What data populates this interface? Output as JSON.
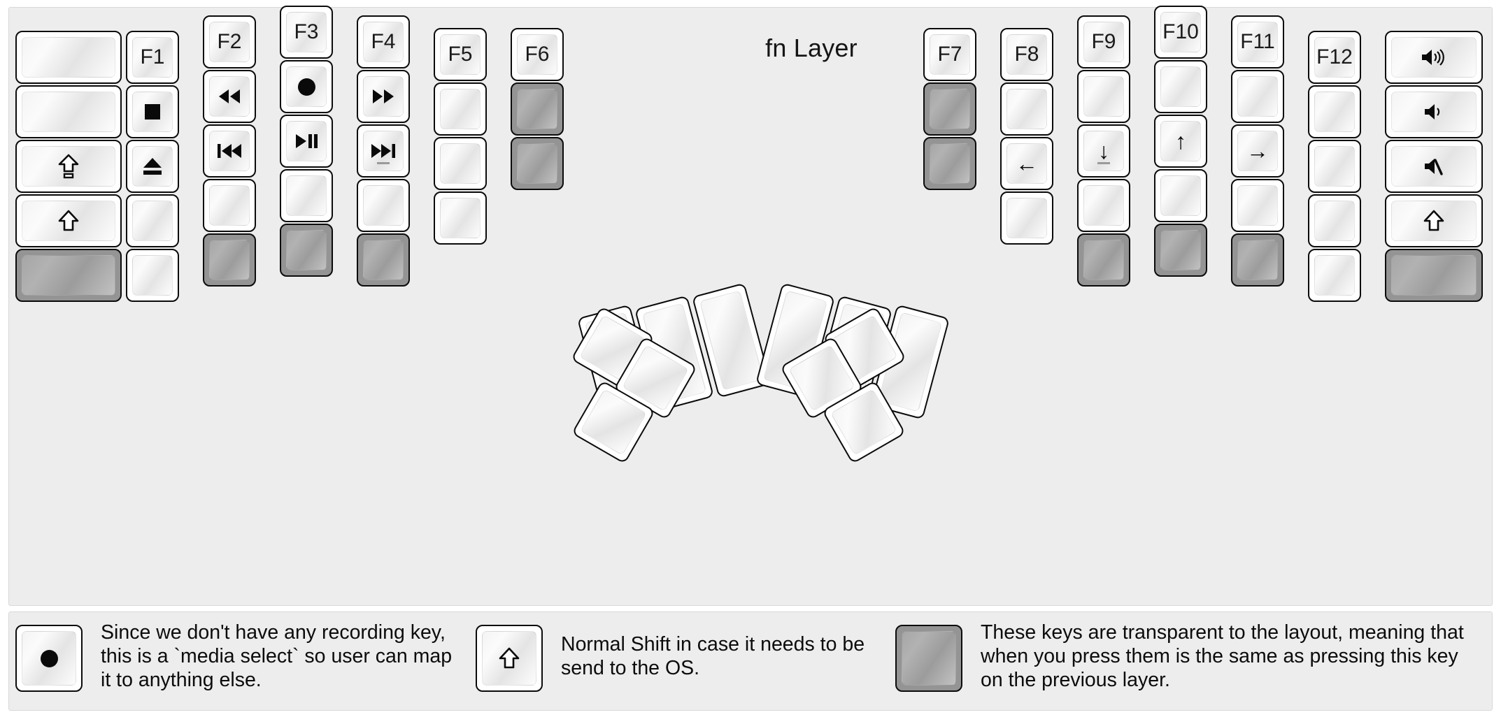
{
  "title": "fn Layer",
  "colors": {
    "background": "#ededed",
    "key_face": "#ffffff",
    "transparent_key": "#9a9a9a",
    "text": "#111111"
  },
  "legend": [
    {
      "id": "media-select",
      "key_glyph": "record-dot-icon",
      "text": "Since we don't have any recording key, this is a `media select` so user can map it to anything else."
    },
    {
      "id": "normal-shift",
      "key_glyph": "shift-arrow-icon",
      "text": "Normal Shift in case it needs to be send to the OS."
    },
    {
      "id": "transparent",
      "key_glyph": "blank-transparent",
      "text": "These keys are transparent to the layout, meaning that when you press them is the same as pressing this key on the previous layer."
    }
  ],
  "left_half": {
    "columns": [
      {
        "id": "col-pinky-outer",
        "keys": [
          {
            "label": "",
            "glyph": "blank",
            "state": "normal"
          },
          {
            "label": "",
            "glyph": "blank",
            "state": "normal"
          },
          {
            "label": "",
            "glyph": "caps-lock-arrow-icon",
            "state": "normal"
          },
          {
            "label": "",
            "glyph": "shift-arrow-icon",
            "state": "normal"
          },
          {
            "label": "",
            "glyph": "blank",
            "state": "transparent"
          }
        ]
      },
      {
        "id": "col-pinky",
        "keys": [
          {
            "label": "F1",
            "glyph": "text",
            "state": "normal"
          },
          {
            "label": "",
            "glyph": "stop-square-icon",
            "state": "normal"
          },
          {
            "label": "",
            "glyph": "eject-icon",
            "state": "normal"
          },
          {
            "label": "",
            "glyph": "blank",
            "state": "normal"
          },
          {
            "label": "",
            "glyph": "blank",
            "state": "normal"
          }
        ]
      },
      {
        "id": "col-ring",
        "keys": [
          {
            "label": "F2",
            "glyph": "text",
            "state": "normal"
          },
          {
            "label": "",
            "glyph": "rewind-icon",
            "state": "normal"
          },
          {
            "label": "",
            "glyph": "prev-track-icon",
            "state": "normal"
          },
          {
            "label": "",
            "glyph": "blank",
            "state": "normal"
          },
          {
            "label": "",
            "glyph": "blank",
            "state": "transparent"
          }
        ]
      },
      {
        "id": "col-middle",
        "keys": [
          {
            "label": "F3",
            "glyph": "text",
            "state": "normal"
          },
          {
            "label": "",
            "glyph": "record-dot-icon",
            "state": "normal"
          },
          {
            "label": "",
            "glyph": "play-pause-icon",
            "state": "normal"
          },
          {
            "label": "",
            "glyph": "blank",
            "state": "normal"
          },
          {
            "label": "",
            "glyph": "blank",
            "state": "transparent"
          }
        ]
      },
      {
        "id": "col-index",
        "keys": [
          {
            "label": "F4",
            "glyph": "text",
            "state": "normal"
          },
          {
            "label": "",
            "glyph": "fast-forward-icon",
            "state": "normal"
          },
          {
            "label": "",
            "glyph": "next-track-icon",
            "state": "normal",
            "homing_bar": true
          },
          {
            "label": "",
            "glyph": "blank",
            "state": "normal"
          },
          {
            "label": "",
            "glyph": "blank",
            "state": "transparent"
          }
        ]
      },
      {
        "id": "col-index-inner",
        "keys": [
          {
            "label": "F5",
            "glyph": "text",
            "state": "normal"
          },
          {
            "label": "",
            "glyph": "blank",
            "state": "normal"
          },
          {
            "label": "",
            "glyph": "blank",
            "state": "normal"
          },
          {
            "label": "",
            "glyph": "blank",
            "state": "normal"
          }
        ]
      },
      {
        "id": "col-inner",
        "keys": [
          {
            "label": "F6",
            "glyph": "text",
            "state": "normal"
          },
          {
            "label": "",
            "glyph": "blank",
            "state": "transparent"
          },
          {
            "label": "",
            "glyph": "blank",
            "state": "transparent"
          }
        ]
      }
    ],
    "thumb_cluster": [
      {
        "label": "",
        "glyph": "blank",
        "state": "normal"
      },
      {
        "label": "",
        "glyph": "blank",
        "state": "normal"
      },
      {
        "label": "",
        "glyph": "blank",
        "state": "normal"
      },
      {
        "label": "",
        "glyph": "blank",
        "state": "normal"
      },
      {
        "label": "",
        "glyph": "blank",
        "state": "normal"
      },
      {
        "label": "",
        "glyph": "blank",
        "state": "normal"
      }
    ]
  },
  "right_half": {
    "columns": [
      {
        "id": "col-inner-r",
        "keys": [
          {
            "label": "F7",
            "glyph": "text",
            "state": "normal"
          },
          {
            "label": "",
            "glyph": "blank",
            "state": "transparent"
          },
          {
            "label": "",
            "glyph": "blank",
            "state": "transparent"
          }
        ]
      },
      {
        "id": "col-index-inner-r",
        "keys": [
          {
            "label": "F8",
            "glyph": "text",
            "state": "normal"
          },
          {
            "label": "",
            "glyph": "blank",
            "state": "normal"
          },
          {
            "label": "",
            "glyph": "arrow-left-icon",
            "state": "normal"
          },
          {
            "label": "",
            "glyph": "blank",
            "state": "normal"
          }
        ]
      },
      {
        "id": "col-index-r",
        "keys": [
          {
            "label": "F9",
            "glyph": "text",
            "state": "normal"
          },
          {
            "label": "",
            "glyph": "blank",
            "state": "normal"
          },
          {
            "label": "",
            "glyph": "arrow-down-icon",
            "state": "normal",
            "homing_bar": true
          },
          {
            "label": "",
            "glyph": "blank",
            "state": "normal"
          },
          {
            "label": "",
            "glyph": "blank",
            "state": "transparent"
          }
        ]
      },
      {
        "id": "col-middle-r",
        "keys": [
          {
            "label": "F10",
            "glyph": "text",
            "state": "normal"
          },
          {
            "label": "",
            "glyph": "blank",
            "state": "normal"
          },
          {
            "label": "",
            "glyph": "arrow-up-icon",
            "state": "normal"
          },
          {
            "label": "",
            "glyph": "blank",
            "state": "normal"
          },
          {
            "label": "",
            "glyph": "blank",
            "state": "transparent"
          }
        ]
      },
      {
        "id": "col-ring-r",
        "keys": [
          {
            "label": "F11",
            "glyph": "text",
            "state": "normal"
          },
          {
            "label": "",
            "glyph": "blank",
            "state": "normal"
          },
          {
            "label": "",
            "glyph": "arrow-right-icon",
            "state": "normal"
          },
          {
            "label": "",
            "glyph": "blank",
            "state": "normal"
          },
          {
            "label": "",
            "glyph": "blank",
            "state": "transparent"
          }
        ]
      },
      {
        "id": "col-pinky-r",
        "keys": [
          {
            "label": "F12",
            "glyph": "text",
            "state": "normal"
          },
          {
            "label": "",
            "glyph": "blank",
            "state": "normal"
          },
          {
            "label": "",
            "glyph": "blank",
            "state": "normal"
          },
          {
            "label": "",
            "glyph": "blank",
            "state": "normal"
          },
          {
            "label": "",
            "glyph": "blank",
            "state": "normal"
          }
        ]
      },
      {
        "id": "col-pinky-outer-r",
        "keys": [
          {
            "label": "",
            "glyph": "volume-up-icon",
            "state": "normal"
          },
          {
            "label": "",
            "glyph": "volume-down-icon",
            "state": "normal"
          },
          {
            "label": "",
            "glyph": "volume-mute-icon",
            "state": "normal"
          },
          {
            "label": "",
            "glyph": "shift-arrow-icon",
            "state": "normal"
          },
          {
            "label": "",
            "glyph": "blank",
            "state": "transparent"
          }
        ]
      }
    ],
    "thumb_cluster": [
      {
        "label": "",
        "glyph": "blank",
        "state": "normal"
      },
      {
        "label": "",
        "glyph": "blank",
        "state": "normal"
      },
      {
        "label": "",
        "glyph": "blank",
        "state": "normal"
      },
      {
        "label": "",
        "glyph": "blank",
        "state": "normal"
      },
      {
        "label": "",
        "glyph": "blank",
        "state": "normal"
      },
      {
        "label": "",
        "glyph": "blank",
        "state": "normal"
      }
    ]
  }
}
